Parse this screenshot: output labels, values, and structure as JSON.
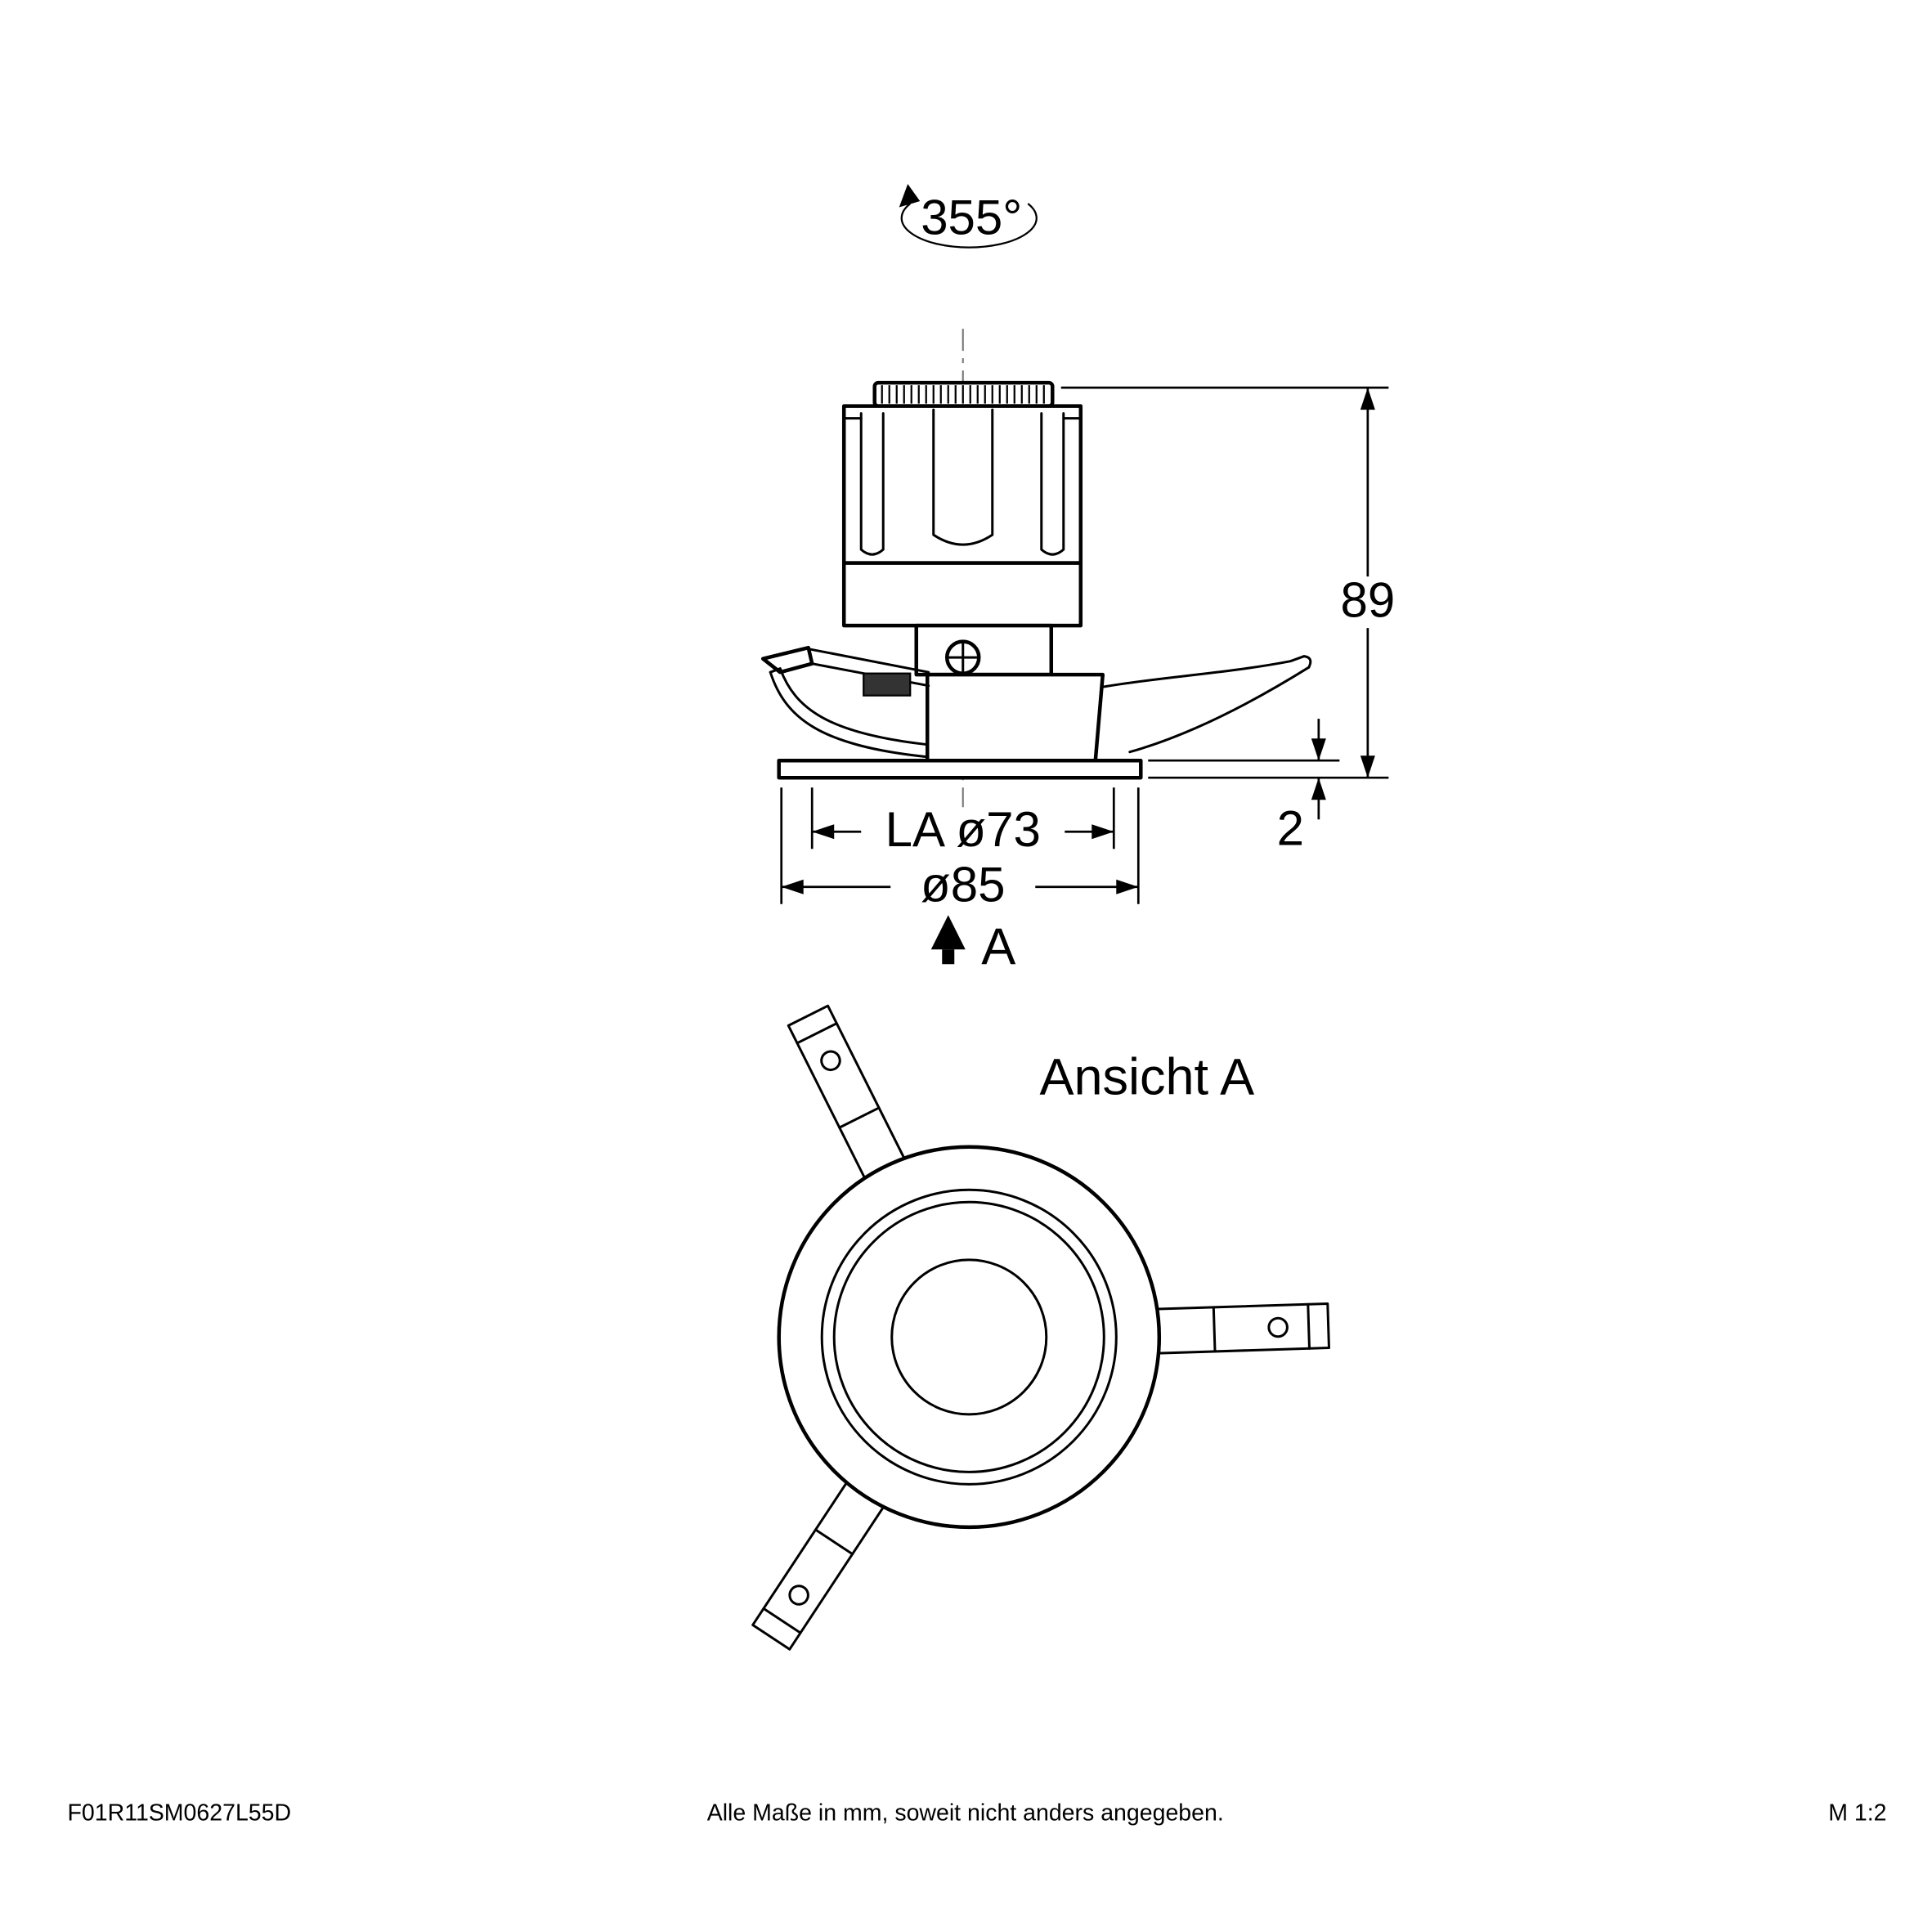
{
  "side_view": {
    "rotation_label": "355°",
    "dim_height": "89",
    "dim_thickness": "2",
    "dim_cutout": "LA ø73",
    "dim_diameter": "ø85",
    "section_label": "A"
  },
  "top_view": {
    "title": "Ansicht A"
  },
  "footer": {
    "article_code": "F01R11SM0627L55D",
    "note": "Alle Maße in mm, soweit nicht anders angegeben.",
    "scale": "M 1:2"
  },
  "colors": {
    "line": "#000000",
    "background": "#ffffff",
    "centerline": "#777777"
  }
}
